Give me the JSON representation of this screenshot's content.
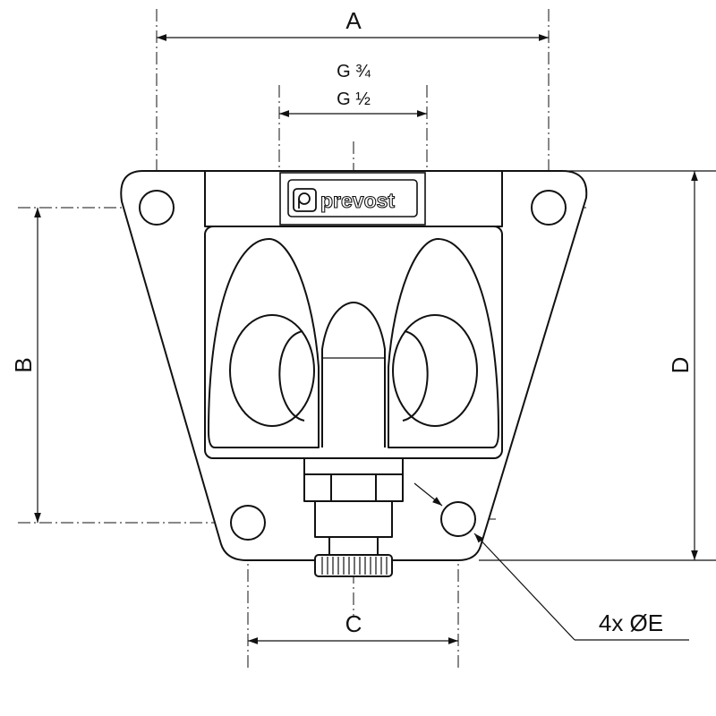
{
  "brand": "prevost",
  "dimensions": {
    "width": "A",
    "hole_spacing_vertical": "B",
    "hole_spacing_horizontal": "C",
    "height": "D",
    "holes": "4x ØE"
  },
  "thread_sizes": [
    "G ¾",
    "G ½"
  ]
}
